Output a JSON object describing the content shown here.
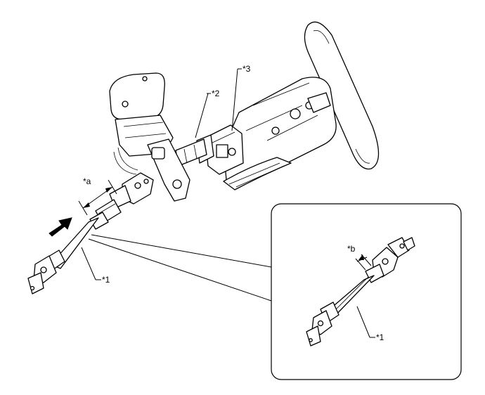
{
  "labels": {
    "a": "*a",
    "b": "*b",
    "callout_1_main": "*1",
    "callout_1_detail": "*1",
    "callout_2": "*2",
    "callout_3": "*3"
  },
  "icons": {
    "direction_arrow": "arrow-up-right-icon"
  }
}
